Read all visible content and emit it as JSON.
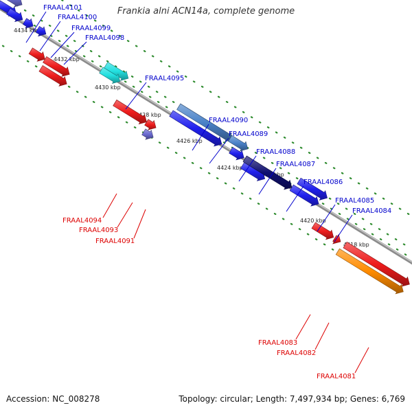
{
  "title": "Frankia alni ACN14a, complete genome",
  "footer": {
    "accession": "Accession: NC_008278",
    "summary": "Topology: circular; Length: 7,497,934 bp; Genes: 6,769"
  },
  "colors": {
    "backbone": "#8c8c8c",
    "tick_dots": "#2e8b2e",
    "forward_label": "#0000cc",
    "reverse_label": "#dd0000"
  },
  "ticks": [
    "4434 kbp",
    "4432 kbp",
    "4430 kbp",
    "4428 kbp",
    "4426 kbp",
    "4424 kbp",
    "4422 kbp",
    "4420 kbp",
    "4418 kbp"
  ],
  "genes": [
    {
      "label": "FRAAL4101",
      "strand": "forward",
      "color": "#2020ee"
    },
    {
      "label": "FRAAL4100",
      "strand": "forward",
      "color": "#6a6ad0"
    },
    {
      "label": "FRAAL4099",
      "strand": "forward",
      "color": "#2020ee"
    },
    {
      "label": "FRAAL4098",
      "strand": "forward",
      "color": "#2020ee"
    },
    {
      "label": "FRAAL4095",
      "strand": "forward",
      "color": "#22e0e0"
    },
    {
      "label": "FRAAL4090",
      "strand": "forward",
      "color": "#4a82c8"
    },
    {
      "label": "FRAAL4089",
      "strand": "forward",
      "color": "#2020ee"
    },
    {
      "label": "FRAAL4088",
      "strand": "forward",
      "color": "#4a82c8"
    },
    {
      "label": "FRAAL4087",
      "strand": "forward",
      "color": "#2020ee"
    },
    {
      "label": "FRAAL4086",
      "strand": "forward",
      "color": "#2020ee"
    },
    {
      "label": "FRAAL4085",
      "strand": "forward",
      "color": "#101070"
    },
    {
      "label": "FRAAL4084",
      "strand": "forward",
      "color": "#2020ee"
    },
    {
      "label": "FRAAL4094",
      "strand": "reverse",
      "color": "#ee1c1c"
    },
    {
      "label": "FRAAL4093",
      "strand": "reverse",
      "color": "#ee1c1c"
    },
    {
      "label": "FRAAL4091",
      "strand": "reverse",
      "color": "#6a6ad0"
    },
    {
      "label": "FRAAL4083",
      "strand": "reverse",
      "color": "#ee1c1c"
    },
    {
      "label": "FRAAL4082",
      "strand": "reverse",
      "color": "#ee1c1c"
    },
    {
      "label": "FRAAL4081",
      "strand": "reverse",
      "color": "#ff8c00"
    }
  ]
}
